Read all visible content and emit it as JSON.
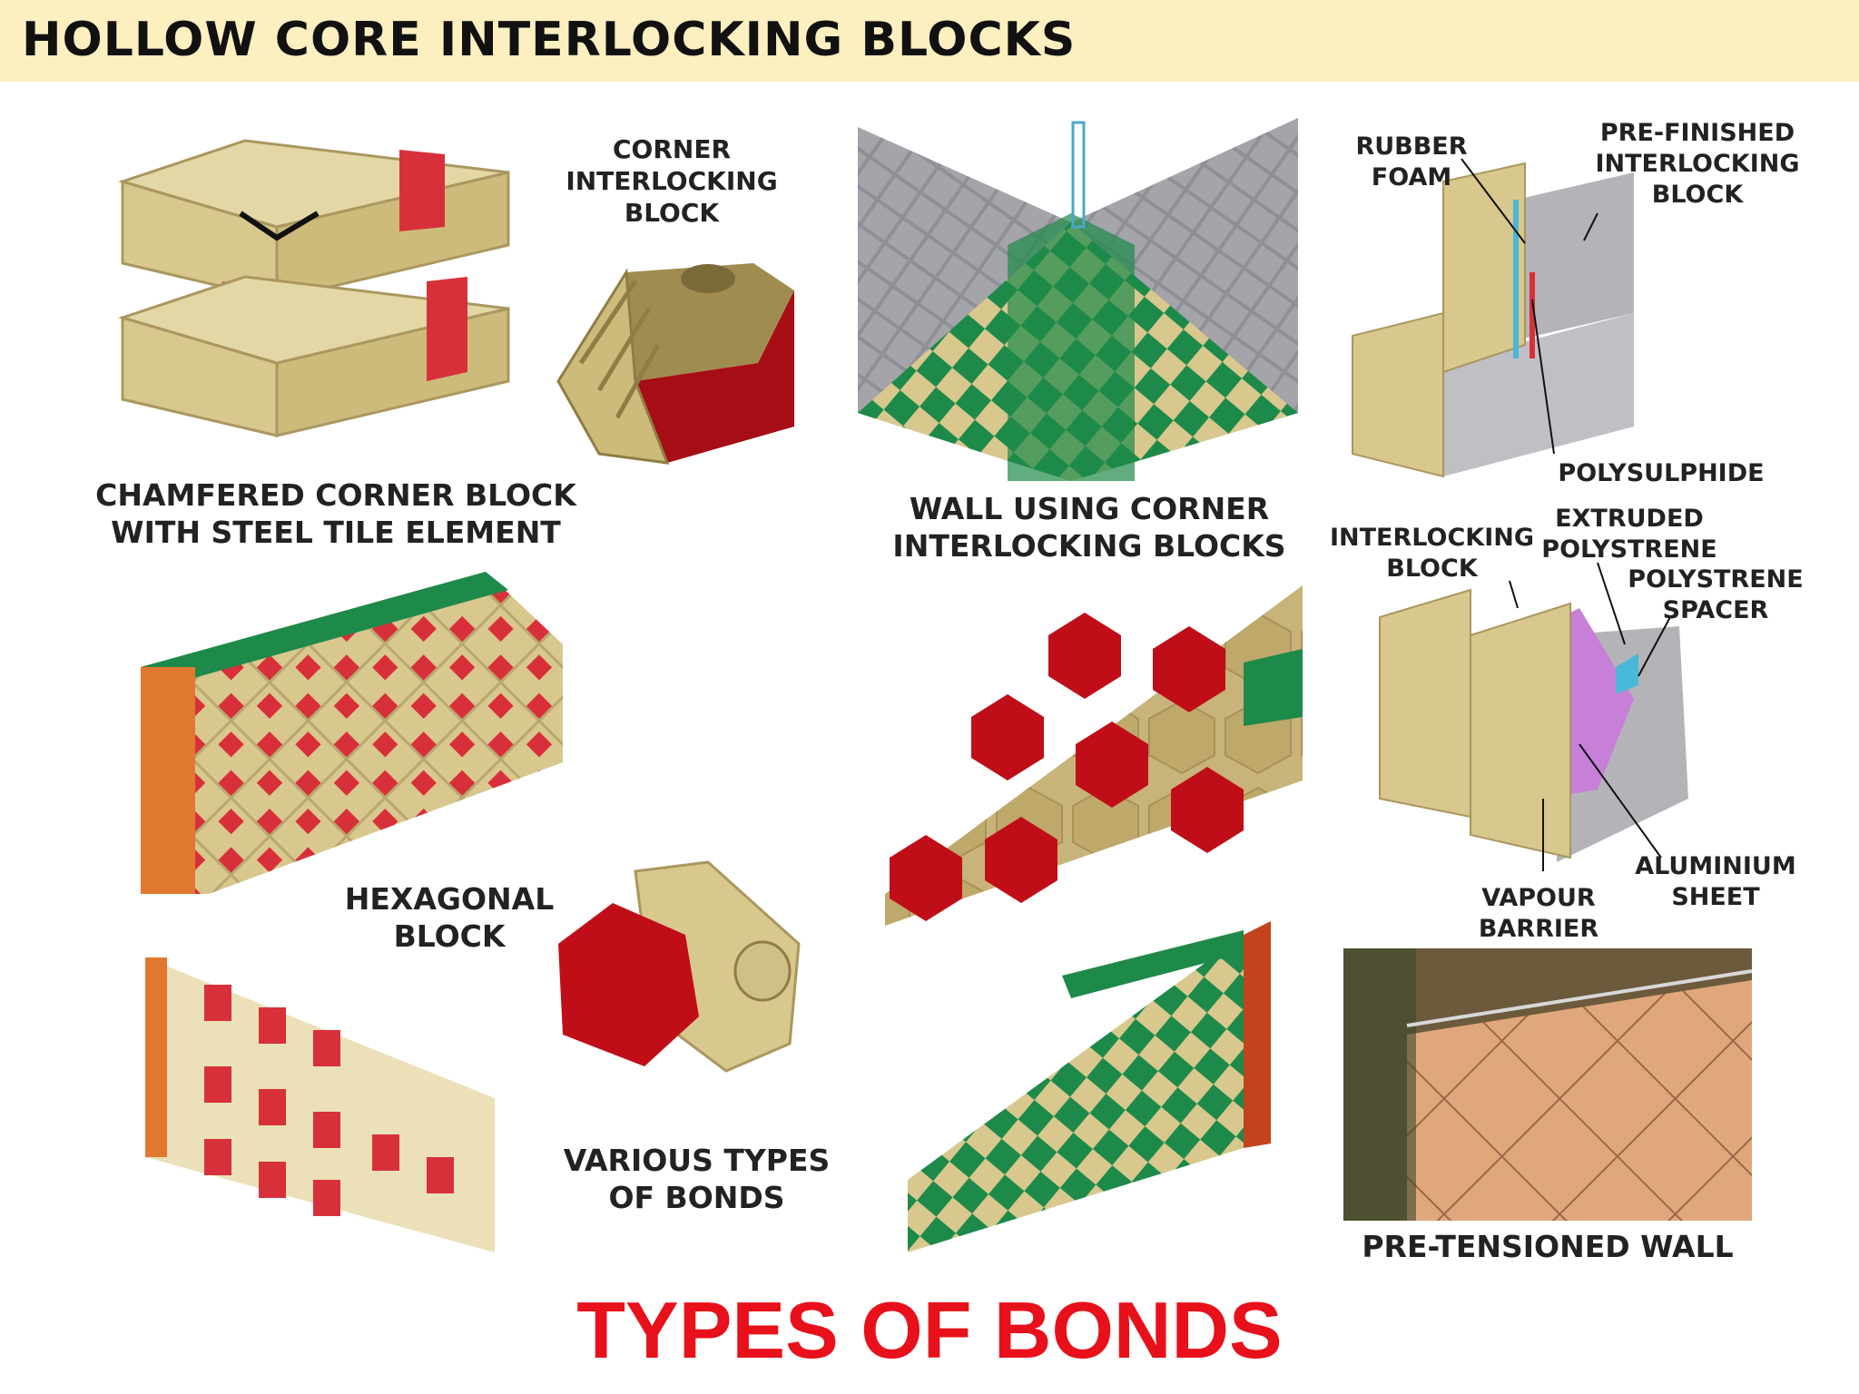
{
  "header": {
    "title": "HOLLOW CORE INTERLOCKING BLOCKS"
  },
  "labels": {
    "chamfered_corner_1": "CHAMFERED CORNER BLOCK",
    "chamfered_corner_2": "WITH STEEL TILE ELEMENT",
    "corner_block_1": "CORNER",
    "corner_block_2": "INTERLOCKING",
    "corner_block_3": "BLOCK",
    "wall_corner_1": "WALL USING CORNER",
    "wall_corner_2": "INTERLOCKING BLOCKS",
    "rubber_foam": "RUBBER FOAM",
    "prefinished_1": "PRE-FINISHED",
    "prefinished_2": "INTERLOCKING",
    "prefinished_3": "BLOCK",
    "polysulphide": "POLYSULPHIDE",
    "interlocking_block_1": "INTERLOCKING",
    "interlocking_block_2": "BLOCK",
    "extruded_1": "EXTRUDED",
    "extruded_2": "POLYSTRENE",
    "spacer_1": "POLYSTRENE",
    "spacer_2": "SPACER",
    "hexagonal_1": "HEXAGONAL",
    "hexagonal_2": "BLOCK",
    "aluminium_1": "ALUMINIUM",
    "aluminium_2": "SHEET",
    "vapour_barrier": "VAPOUR BARRIER",
    "bonds_1": "VARIOUS TYPES",
    "bonds_2": "OF BONDS",
    "pretensioned": "PRE-TENSIONED WALL"
  },
  "footer": {
    "title": "TYPES OF BONDS"
  },
  "colors": {
    "title_bar": "#fcefc0",
    "footer_text": "#e8101a",
    "block_tan": "#d8c88e",
    "block_red": "#d8303a",
    "block_green": "#1e8a4a",
    "block_grey": "#9a9aa0",
    "foam_pink": "#c77fd8"
  }
}
